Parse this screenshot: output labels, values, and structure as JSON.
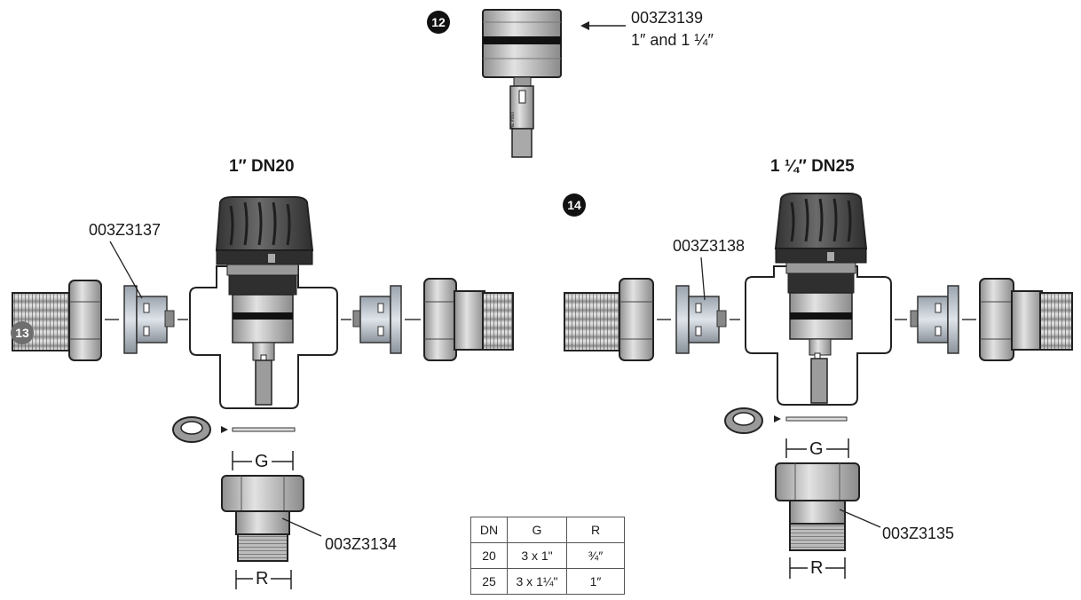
{
  "markers": {
    "m12": "12",
    "m13": "13",
    "m14": "14"
  },
  "labels": {
    "top_part": "003Z3139",
    "top_size": "1″ and 1 ¼″",
    "left_title": "1″ DN20",
    "right_title": "1 ¼″ DN25",
    "left_insert": "003Z3137",
    "right_insert": "003Z3138",
    "left_union": "003Z3134",
    "right_union": "003Z3135",
    "stem_mark": "0304 7M"
  },
  "dimensions": {
    "g": "G",
    "r": "R"
  },
  "table": {
    "headers": [
      "DN",
      "G",
      "R"
    ],
    "rows": [
      [
        "20",
        "3 x 1\"",
        "¾″"
      ],
      [
        "25",
        "3 x 1¼\"",
        "1″"
      ]
    ]
  },
  "colors": {
    "body_grey": "#c8c8c8",
    "dark_knob": "#4a4a4a",
    "outline": "#222222"
  }
}
